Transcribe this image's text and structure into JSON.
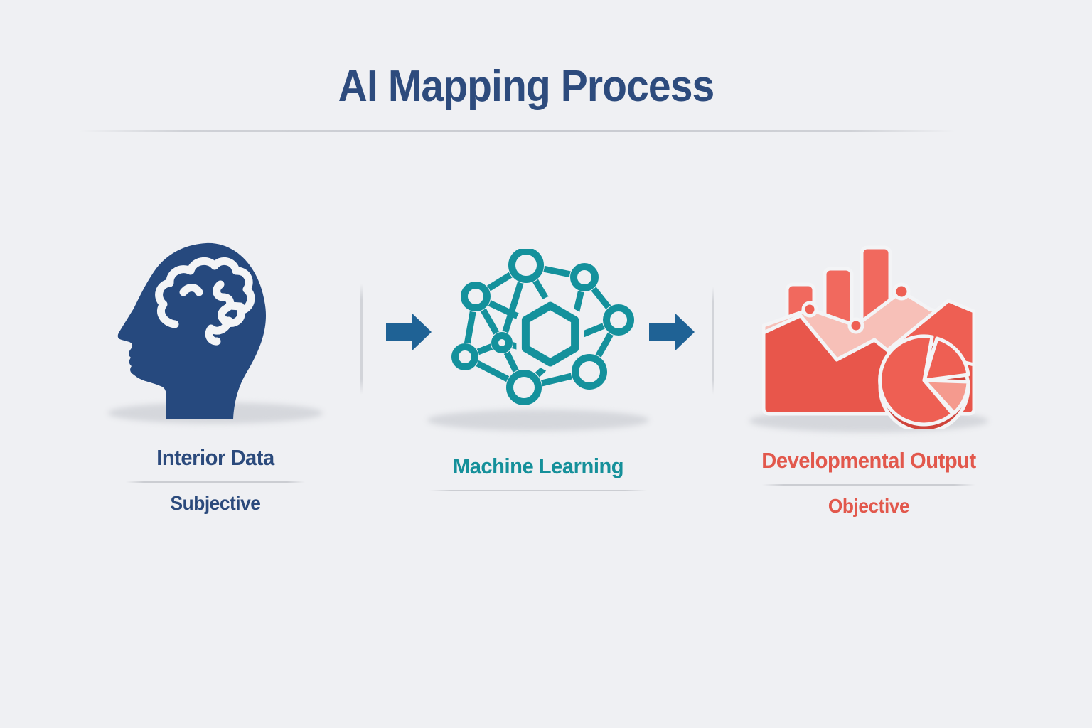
{
  "title": {
    "text": "AI Mapping Process"
  },
  "stages": [
    {
      "label": "Interior Data",
      "sublabel": "Subjective",
      "icon": "head-brain-icon",
      "label_color": "#2b4a7c"
    },
    {
      "label": "Machine Learning",
      "sublabel": "",
      "icon": "neural-network-icon",
      "label_color": "#15909a"
    },
    {
      "label": "Developmental Output",
      "sublabel": "Objective",
      "icon": "analytics-charts-icon",
      "label_color": "#e2584c"
    }
  ],
  "connectors": [
    {
      "icon": "arrow-right-icon"
    },
    {
      "icon": "arrow-right-icon"
    }
  ],
  "colors": {
    "background": "#eff0f3",
    "title": "#2d4b7d",
    "divider": "#cbcdd2",
    "shadow": "#d5d7dc",
    "head_blue": "#26497e",
    "network_teal": "#14919c",
    "arrow_blue": "#1f6295",
    "chart_red": "#ee5f53",
    "chart_red_deep": "#e8564b",
    "chart_red_dark": "#cf443b",
    "chart_bar_red": "#f1695e",
    "chart_pink_light": "#f7c0b8",
    "chart_pink_mid": "#f59a8e"
  }
}
